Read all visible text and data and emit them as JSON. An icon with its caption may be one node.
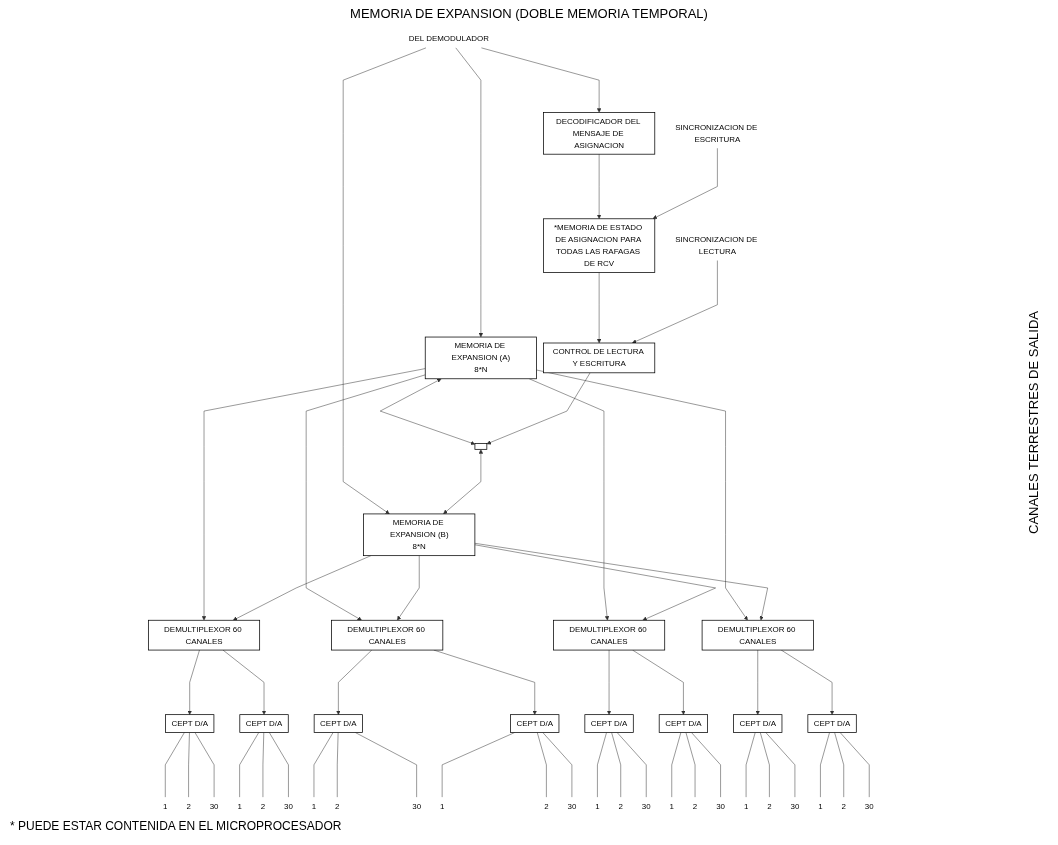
{
  "diagram": {
    "nodes": [
      {
        "text": [
          "DEL DEMODULADOR"
        ]
      },
      {
        "text": [
          "MEMORIA DE EXPANSION (A)",
          "8*N"
        ]
      },
      {
        "text": [],
        "shape": "box"
      },
      {
        "text": [
          "MEMORIA DE EXPANSION (B)",
          "8*N"
        ]
      },
      {
        "text": [
          "DECODIFICADOR DEL MENSAJE DE ASIGNACION"
        ]
      },
      {
        "text": [
          "*MEMORIA DE ESTADO DE ASIGNACION PARA TODAS LAS RAFAGAS DE RCV"
        ]
      },
      {
        "text": [
          "CONTROL DE LECTURA Y ESCRITURA"
        ]
      },
      {
        "text": [
          "SINCRONIZACION DE ESCRITURA"
        ]
      },
      {
        "text": [
          "SINCRONIZACION DE LECTURA"
        ]
      },
      {
        "text": [
          "DEMULTIPLEXOR 60 CANALES"
        ]
      },
      {
        "text": [
          "DEMULTIPLEXOR 60 CANALES"
        ]
      },
      {
        "text": [
          "DEMULTIPLEXOR 60 CANALES"
        ]
      },
      {
        "text": [
          "DEMULTIPLEXOR 60 CANALES"
        ]
      },
      {
        "text": [
          "CEPT D/A"
        ]
      },
      {
        "text": [
          "CEPT D/A"
        ]
      },
      {
        "text": [
          "CEPT D/A"
        ]
      },
      {
        "text": [
          "CEPT D/A"
        ]
      },
      {
        "text": [
          "CEPT D/A"
        ]
      },
      {
        "text": [
          "CEPT D/A"
        ]
      },
      {
        "text": [
          "CEPT D/A"
        ]
      },
      {
        "text": [
          "CEPT D/A"
        ]
      },
      {
        "text": [
          "1"
        ]
      },
      {
        "text": [
          "2"
        ]
      },
      {
        "text": [
          "30"
        ]
      },
      {
        "text": [
          "1"
        ]
      },
      {
        "text": [
          "2"
        ]
      },
      {
        "text": [
          "30"
        ]
      },
      {
        "text": [
          "1"
        ]
      },
      {
        "text": [
          "2"
        ]
      },
      {
        "text": [
          "30"
        ]
      },
      {
        "text": [
          "1"
        ]
      },
      {
        "text": [
          "2"
        ]
      },
      {
        "text": [
          "30"
        ]
      },
      {
        "text": [
          "1"
        ]
      },
      {
        "text": [
          "2"
        ]
      },
      {
        "text": [
          "30"
        ]
      },
      {
        "text": [
          "1"
        ]
      },
      {
        "text": [
          "2"
        ]
      },
      {
        "text": [
          "30"
        ]
      },
      {
        "text": [
          "1"
        ]
      },
      {
        "text": [
          "2"
        ]
      },
      {
        "text": [
          "30"
        ]
      },
      {
        "text": [
          "1"
        ]
      },
      {
        "text": [
          "2"
        ]
      },
      {
        "text": [
          "30"
        ]
      }
    ],
    "edges": [
      {
        "from": 0,
        "to": 1,
        "arrow": "to"
      },
      {
        "from": 0,
        "to": 3,
        "arrow": "to"
      },
      {
        "from": 0,
        "to": 4,
        "arrow": "to"
      },
      {
        "from": 1,
        "to": 2,
        "arrow": "both"
      },
      {
        "from": 2,
        "to": 3,
        "arrow": "both"
      },
      {
        "from": 4,
        "to": 5,
        "arrow": "to"
      },
      {
        "from": 5,
        "to": 6,
        "arrow": "to"
      },
      {
        "from": 6,
        "to": 2,
        "arrow": "to"
      },
      {
        "from": 7,
        "to": 5,
        "arrow": "to"
      },
      {
        "from": 8,
        "to": 6,
        "arrow": "to"
      },
      {
        "from": 1,
        "to": 9,
        "arrow": "to"
      },
      {
        "from": 1,
        "to": 10,
        "arrow": "to"
      },
      {
        "from": 1,
        "to": 11,
        "arrow": "to"
      },
      {
        "from": 1,
        "to": 12,
        "arrow": "to"
      },
      {
        "from": 3,
        "to": 9,
        "arrow": "to"
      },
      {
        "from": 3,
        "to": 10,
        "arrow": "to"
      },
      {
        "from": 3,
        "to": 11,
        "arrow": "to"
      },
      {
        "from": 3,
        "to": 12,
        "arrow": "to"
      },
      {
        "from": 9,
        "to": 13,
        "arrow": "to"
      },
      {
        "from": 9,
        "to": 14,
        "arrow": "to"
      },
      {
        "from": 10,
        "to": 15,
        "arrow": "to"
      },
      {
        "from": 10,
        "to": 16,
        "arrow": "to"
      },
      {
        "from": 11,
        "to": 17,
        "arrow": "to"
      },
      {
        "from": 11,
        "to": 18,
        "arrow": "to"
      },
      {
        "from": 12,
        "to": 19,
        "arrow": "to"
      },
      {
        "from": 12,
        "to": 20,
        "arrow": "to"
      },
      {
        "from": 13,
        "to": 21,
        "arrow": "none"
      },
      {
        "from": 13,
        "to": 22,
        "arrow": "none"
      },
      {
        "from": 13,
        "to": 23,
        "arrow": "none"
      },
      {
        "from": 14,
        "to": 24,
        "arrow": "none"
      },
      {
        "from": 14,
        "to": 25,
        "arrow": "none"
      },
      {
        "from": 14,
        "to": 26,
        "arrow": "none"
      },
      {
        "from": 15,
        "to": 27,
        "arrow": "none"
      },
      {
        "from": 15,
        "to": 28,
        "arrow": "none"
      },
      {
        "from": 15,
        "to": 29,
        "arrow": "none"
      },
      {
        "from": 16,
        "to": 30,
        "arrow": "none"
      },
      {
        "from": 16,
        "to": 31,
        "arrow": "none"
      },
      {
        "from": 16,
        "to": 32,
        "arrow": "none"
      },
      {
        "from": 17,
        "to": 33,
        "arrow": "none"
      },
      {
        "from": 17,
        "to": 34,
        "arrow": "none"
      },
      {
        "from": 17,
        "to": 35,
        "arrow": "none"
      },
      {
        "from": 18,
        "to": 36,
        "arrow": "none"
      },
      {
        "from": 18,
        "to": 37,
        "arrow": "none"
      },
      {
        "from": 18,
        "to": 38,
        "arrow": "none"
      },
      {
        "from": 19,
        "to": 39,
        "arrow": "none"
      },
      {
        "from": 19,
        "to": 40,
        "arrow": "none"
      },
      {
        "from": 19,
        "to": 41,
        "arrow": "none"
      },
      {
        "from": 20,
        "to": 42,
        "arrow": "none"
      },
      {
        "from": 20,
        "to": 43,
        "arrow": "none"
      },
      {
        "from": 20,
        "to": 44,
        "arrow": "none"
      }
    ],
    "labels": [
      "MEMORIA DE EXPANSION (DOBLE MEMORIA TEMPORAL)",
      "CANALES TERRESTRES DE SALIDA",
      "* PUEDE ESTAR CONTENIDA EN EL MICROPROCESADOR"
    ]
  }
}
